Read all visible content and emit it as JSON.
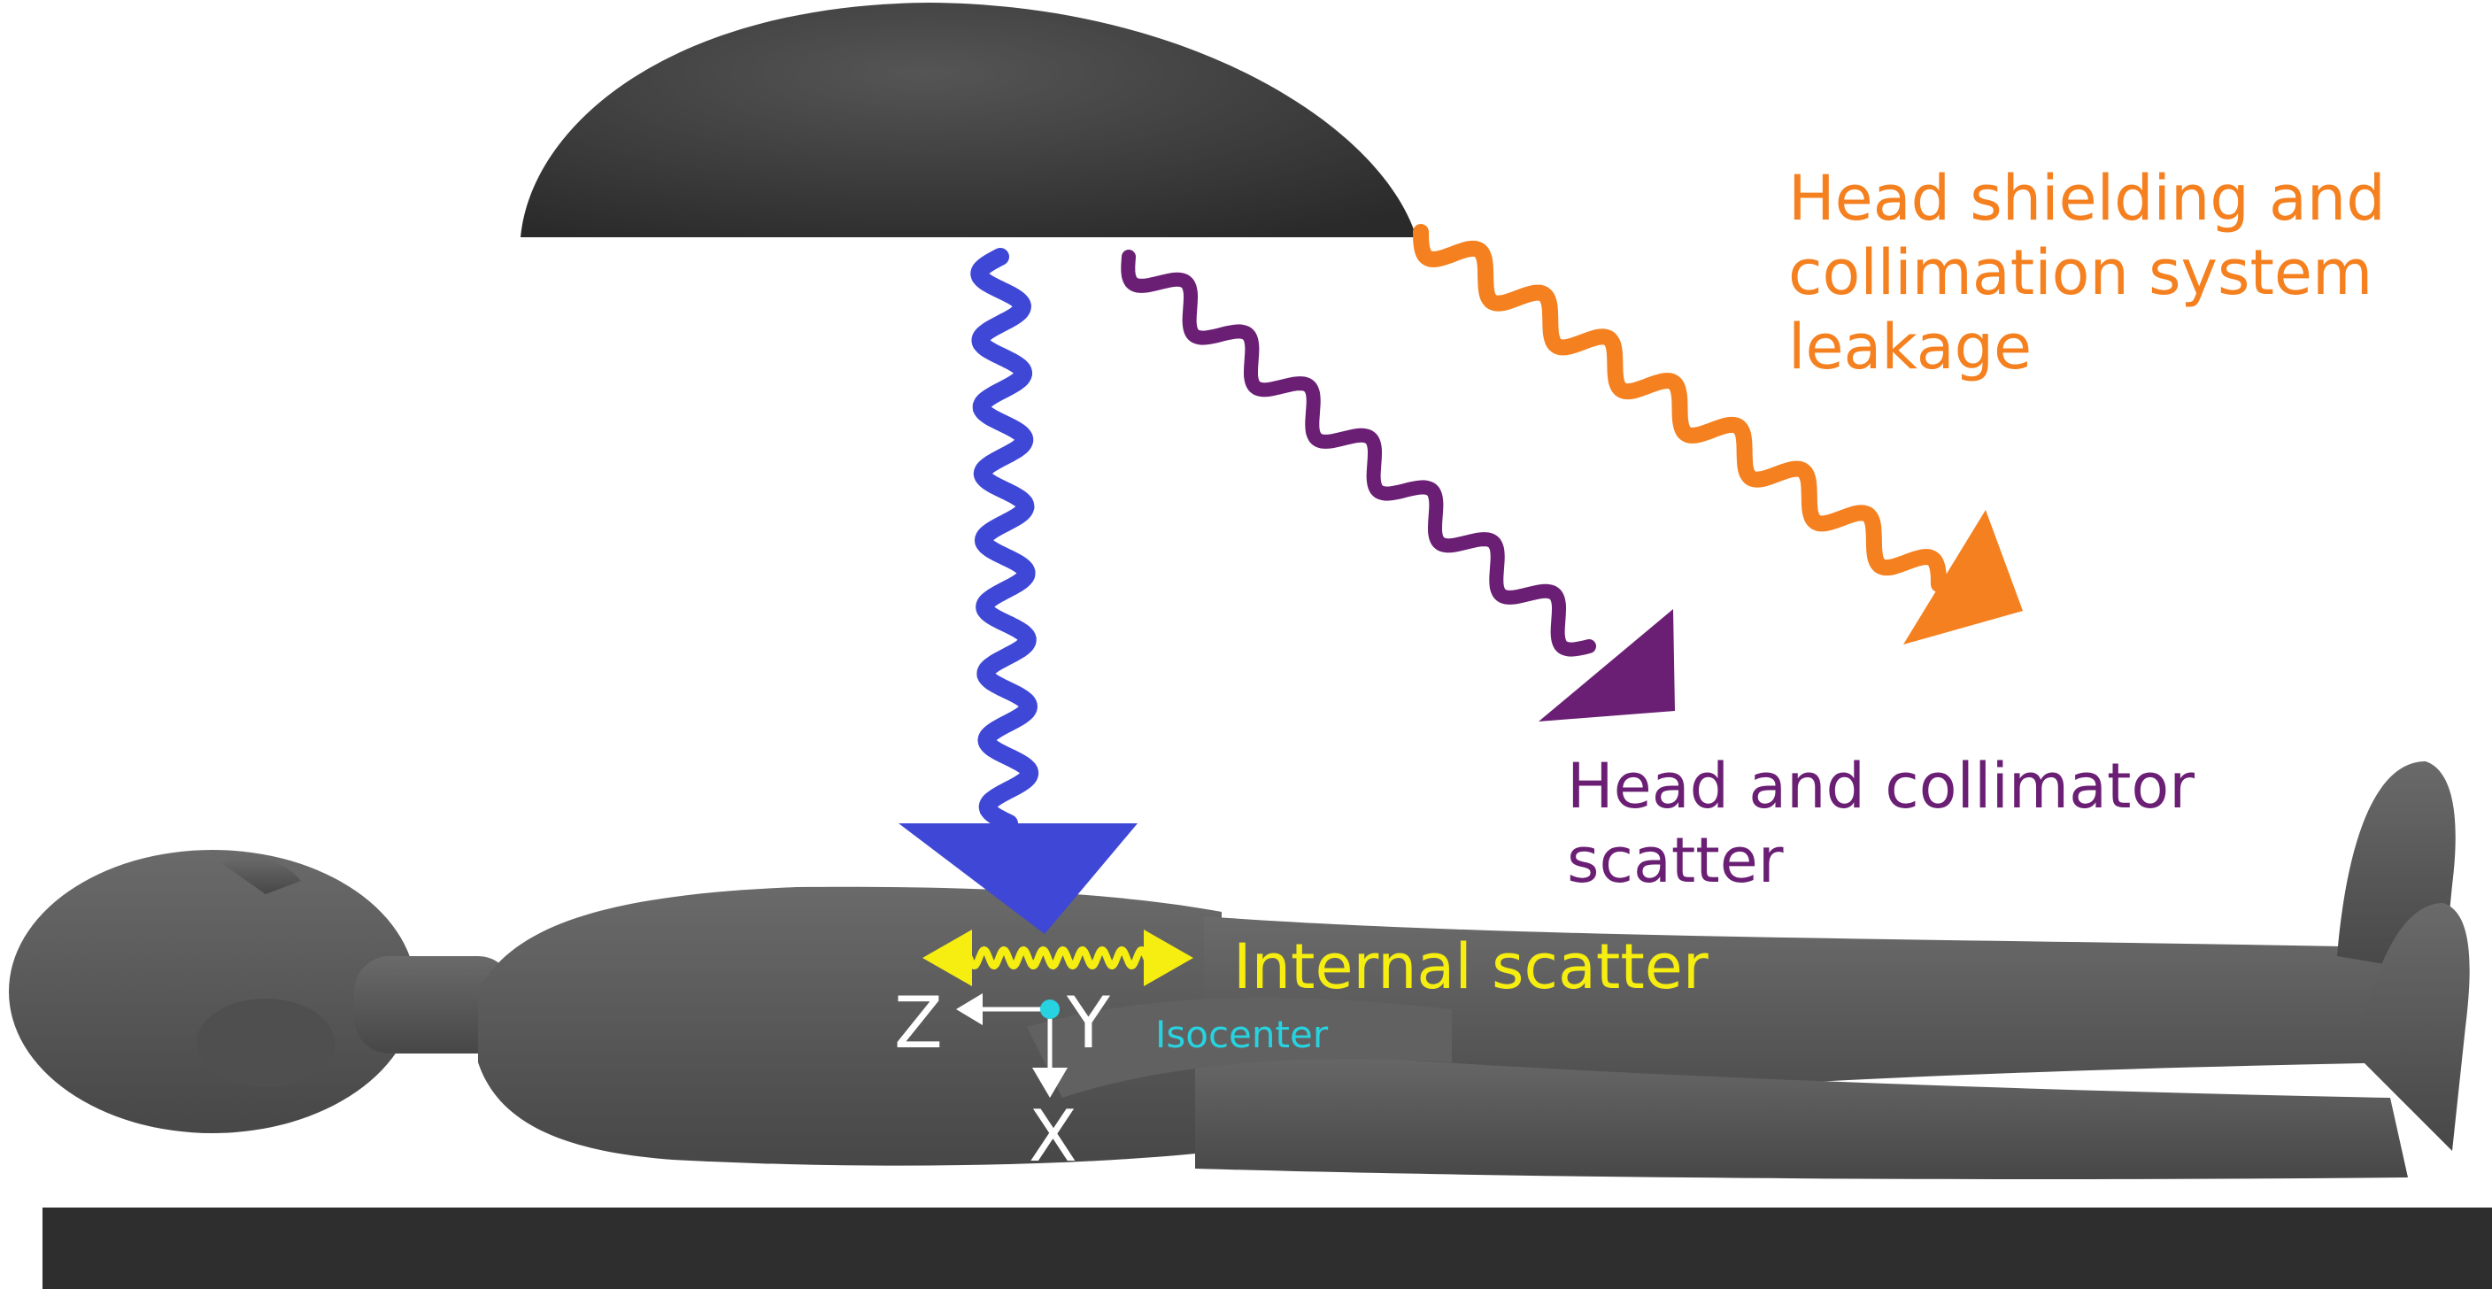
{
  "labels": {
    "leakage": [
      "Head shielding and",
      "collimation system",
      "leakage"
    ],
    "head_scatter": [
      "Head and collimator",
      "scatter"
    ],
    "internal_scatter": "Internal scatter",
    "isocenter": "Isocenter",
    "axis_z": "Z",
    "axis_y": "Y",
    "axis_x": "X"
  },
  "colors": {
    "primary_beam": "#3f47d6",
    "head_scatter": "#6a1f74",
    "leakage": "#f4801f",
    "internal_scatter": "#f6ee10",
    "isocenter": "#27d3e0",
    "axes": "#ffffff",
    "body": "#565656",
    "gantry_head": "#3a3a3a",
    "couch": "#2e2e2e"
  }
}
